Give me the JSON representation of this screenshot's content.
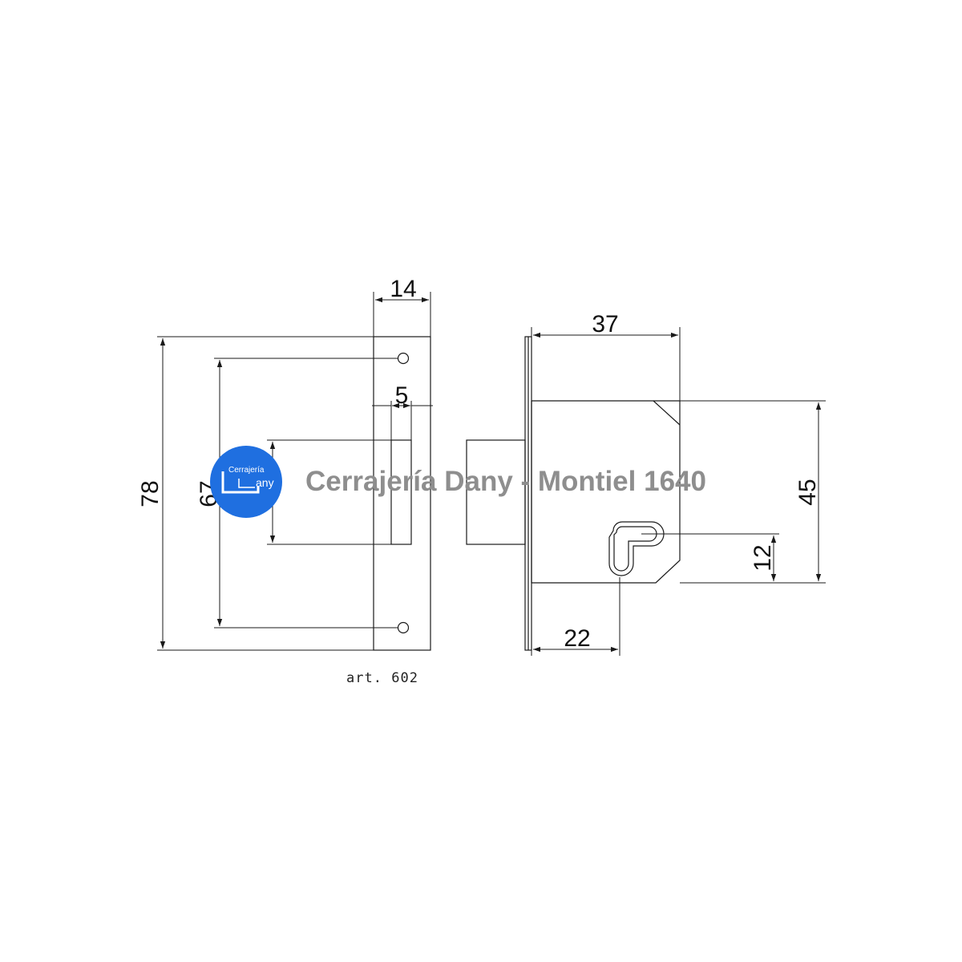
{
  "dimensions": {
    "height_total": "78",
    "screw_spacing": "67",
    "faceplate_width": "14",
    "bolt_width": "5",
    "body_depth": "37",
    "body_height": "45",
    "key_offset_vertical": "12",
    "key_offset_horizontal": "22"
  },
  "caption": "art. 602",
  "watermark": "Cerrajería Dany - Montiel 1640",
  "logo": {
    "line1": "Cerrajería",
    "line2": "any",
    "color": "#1f6fe0"
  }
}
